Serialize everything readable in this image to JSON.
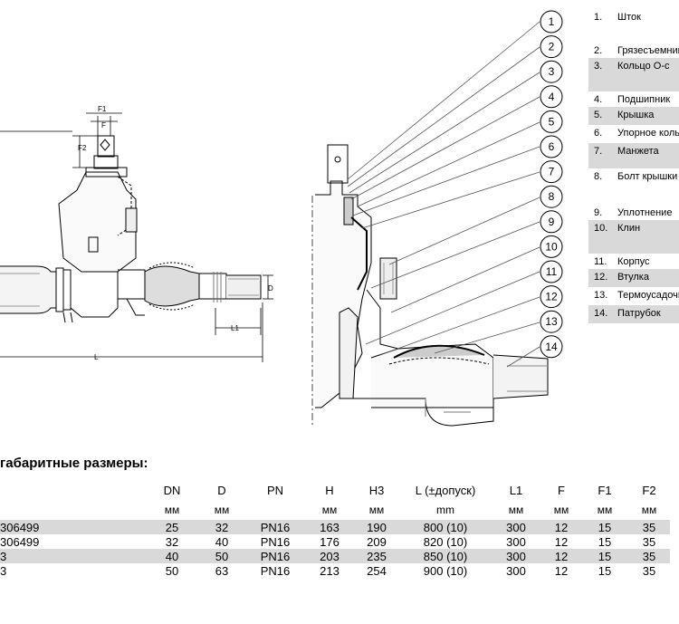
{
  "callouts": [
    "1",
    "2",
    "3",
    "4",
    "5",
    "6",
    "7",
    "8",
    "9",
    "10",
    "11",
    "12",
    "13",
    "14"
  ],
  "legend": [
    {
      "num": "1.",
      "label": "Шток",
      "shade": false
    },
    {
      "num": "2.",
      "label": "Грязесъемник",
      "shade": false
    },
    {
      "num": "3.",
      "label": "Кольцо О-с",
      "shade": true
    },
    {
      "num": "4.",
      "label": "Подшипник",
      "shade": false
    },
    {
      "num": "5.",
      "label": "Крышка",
      "shade": true
    },
    {
      "num": "6.",
      "label": "Упорное кольцо",
      "shade": false
    },
    {
      "num": "7.",
      "label": "Манжета",
      "shade": true
    },
    {
      "num": "8.",
      "label": "Болт крышки",
      "shade": false
    },
    {
      "num": "9.",
      "label": "Уплотнение",
      "shade": false
    },
    {
      "num": "10.",
      "label": "Клин",
      "shade": true
    },
    {
      "num": "11.",
      "label": "Корпус",
      "shade": false
    },
    {
      "num": "12.",
      "label": "Втулка",
      "shade": true
    },
    {
      "num": "13.",
      "label": "Термоусадочная",
      "shade": false
    },
    {
      "num": "14.",
      "label": "Патрубок",
      "shade": true
    }
  ],
  "dim_labels": {
    "f1": "F1",
    "f": "F",
    "f2": "F2",
    "d": "D",
    "l1": "L1",
    "l": "L"
  },
  "section_title": "габаритные размеры:",
  "table": {
    "headers": [
      "",
      "DN",
      "D",
      "PN",
      "H",
      "H3",
      "L (±допуск)",
      "L1",
      "F",
      "F1",
      "F2"
    ],
    "units": [
      "",
      "мм",
      "мм",
      "",
      "мм",
      "мм",
      "mm",
      "мм",
      "мм",
      "мм",
      "мм"
    ],
    "rows": [
      {
        "cells": [
          "306499",
          "25",
          "32",
          "PN16",
          "163",
          "190",
          "800 (10)",
          "300",
          "12",
          "15",
          "35"
        ],
        "shade": true
      },
      {
        "cells": [
          "306499",
          "32",
          "40",
          "PN16",
          "176",
          "209",
          "820 (10)",
          "300",
          "12",
          "15",
          "35"
        ],
        "shade": false
      },
      {
        "cells": [
          "3",
          "40",
          "50",
          "PN16",
          "203",
          "235",
          "850 (10)",
          "300",
          "12",
          "15",
          "35"
        ],
        "shade": true
      },
      {
        "cells": [
          "3",
          "50",
          "63",
          "PN16",
          "213",
          "254",
          "900 (10)",
          "300",
          "12",
          "15",
          "35"
        ],
        "shade": false
      }
    ]
  }
}
